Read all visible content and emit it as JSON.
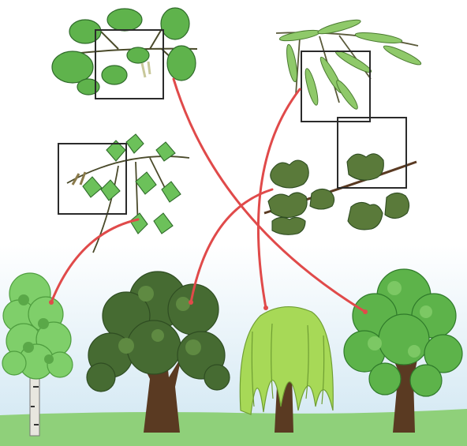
{
  "colors": {
    "sky_top": "#ffffff",
    "sky_bottom": "#cfe6f2",
    "ground": "#8fd07a",
    "ground_dark": "#6cb85a",
    "connector": "#e04a4a",
    "frame": "#2b2b2b",
    "leaf_light": "#7fcf6a",
    "leaf_mid": "#4f9e3f",
    "leaf_dark": "#2f6b2a",
    "willow": "#a7d957",
    "oak_canopy": "#466b32",
    "trunk": "#5a3a22",
    "birch_trunk": "#e8e6df"
  },
  "leaves": [
    {
      "name": "linden-branch",
      "icon": "linden-leaves"
    },
    {
      "name": "willow-branch",
      "icon": "willow-leaves"
    },
    {
      "name": "birch-branch",
      "icon": "birch-leaves"
    },
    {
      "name": "oak-branch",
      "icon": "oak-leaves"
    }
  ],
  "trees": [
    {
      "name": "birch-tree"
    },
    {
      "name": "oak-tree"
    },
    {
      "name": "willow-tree"
    },
    {
      "name": "linden-tree"
    }
  ],
  "connections": [
    {
      "from": "birch-branch",
      "to": "birch-tree"
    },
    {
      "from": "oak-branch",
      "to": "oak-tree"
    },
    {
      "from": "willow-branch",
      "to": "willow-tree"
    },
    {
      "from": "linden-branch",
      "to": "linden-tree"
    }
  ]
}
